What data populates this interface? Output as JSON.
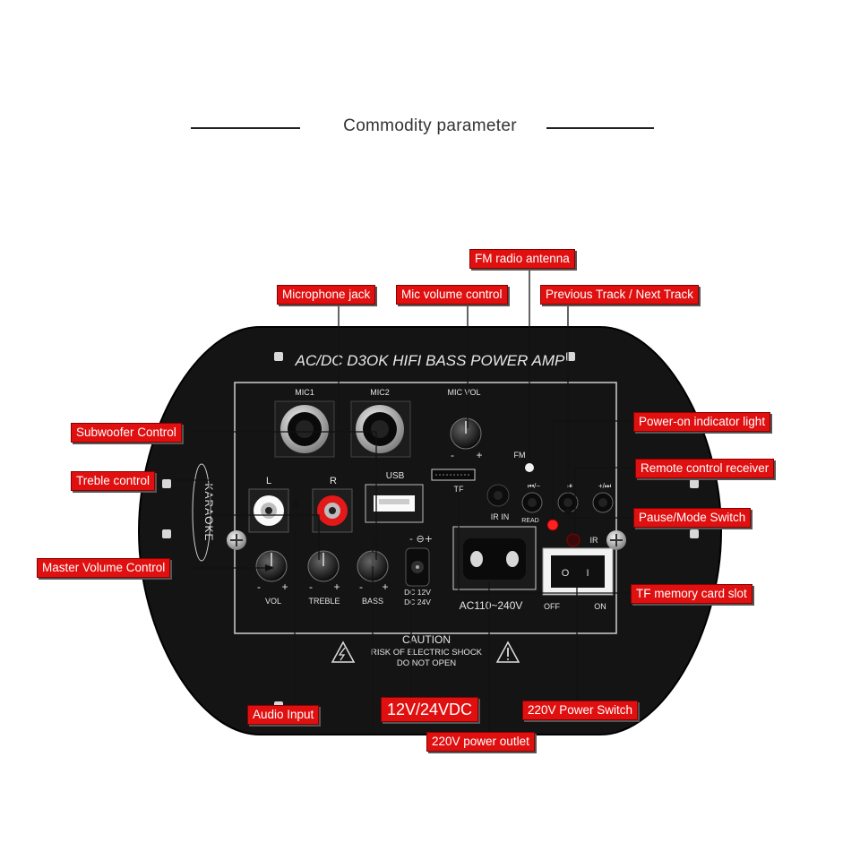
{
  "header": {
    "title": "Commodity parameter"
  },
  "board": {
    "title": "AC/DC D3OK HIFI BASS POWER AMP",
    "karaoke": "KARAOKE",
    "mic1": "MIC1",
    "mic2": "MIC2",
    "mic_vol": "MIC VOL",
    "minus": "-",
    "plus": "+",
    "usb": "USB",
    "tf": "TF",
    "fm": "FM",
    "ir_in": "IR IN",
    "read": "READ",
    "ir": "IR",
    "left": "L",
    "right": "R",
    "vol": "VOL",
    "treble": "TREBLE",
    "bass": "BASS",
    "dc_line1": "DC 12V",
    "dc_line2": "DC 24V",
    "ac": "AC110~240V",
    "off": "OFF",
    "on": "ON",
    "switch_off_mark": "O",
    "switch_on_mark": "I",
    "caution": "CAUTION",
    "risk": "RISK OF ELECTRIC SHOCK",
    "do_not_open": "DO NOT OPEN",
    "prev_icon": "⏮/−",
    "play_icon": "⏯",
    "next_icon": "+/⏭"
  },
  "labels": {
    "fm_antenna": "FM radio antenna",
    "microphone_jack": "Microphone jack",
    "mic_volume": "Mic volume control",
    "prev_next": "Previous Track / Next Track",
    "subwoofer": "Subwoofer Control",
    "power_indicator": "Power-on indicator light",
    "treble": "Treble control",
    "remote_receiver": "Remote control receiver",
    "pause_mode": "Pause/Mode Switch",
    "master_volume": "Master Volume Control",
    "tf_slot": "TF memory card slot",
    "audio_input": "Audio Input",
    "dc_voltage": "12V/24VDC",
    "power_switch": "220V Power Switch",
    "power_outlet": "220V power outlet"
  }
}
